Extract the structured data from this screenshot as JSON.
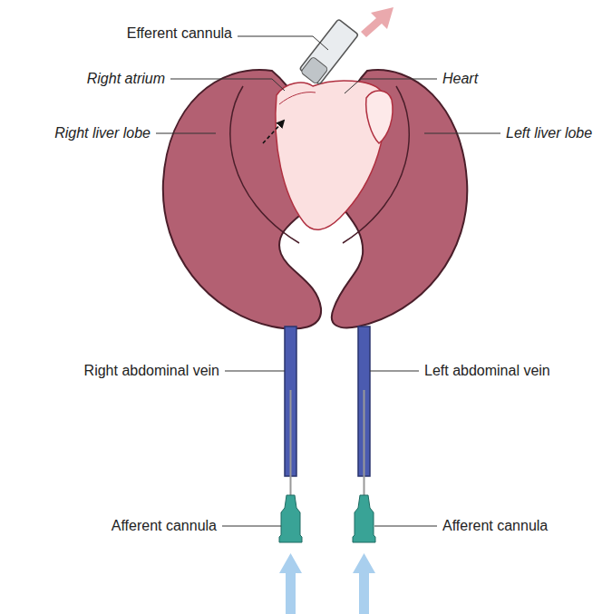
{
  "diagram": {
    "labels": [
      "Efferent cannula",
      "Right atrium",
      "Heart",
      "Right liver lobe",
      "Left liver lobe",
      "Right abdominal vein",
      "Left abdominal vein",
      "Afferent cannula",
      "Afferent cannula"
    ]
  }
}
